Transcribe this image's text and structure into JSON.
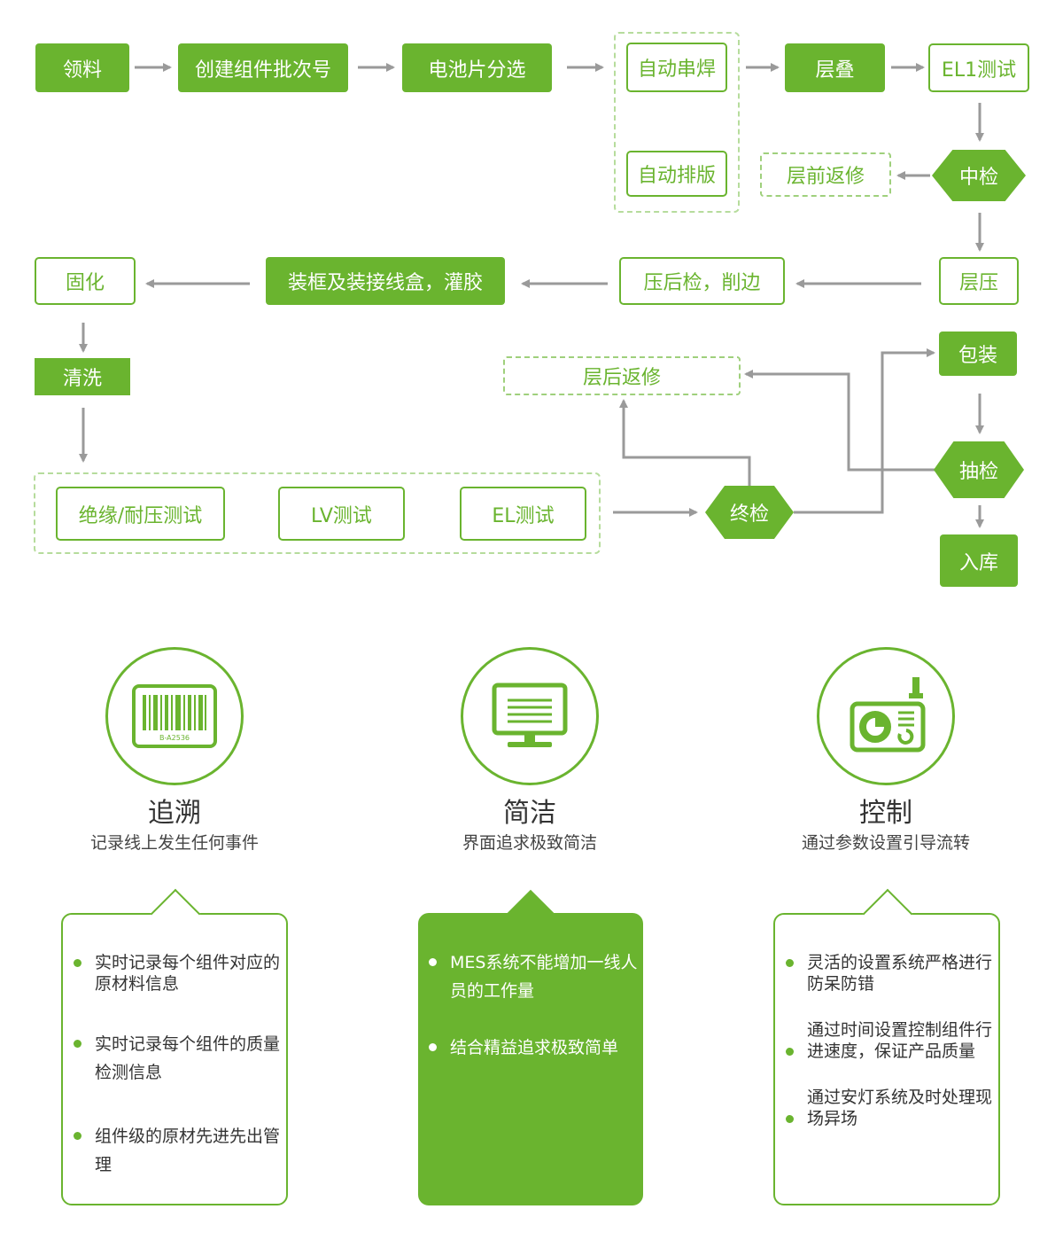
{
  "colors": {
    "accent": "#6ab42f",
    "arrow": "#9a9a9a",
    "dashed_border": "#9fd07c",
    "text": "#333333"
  },
  "flow": {
    "lingliao": "领料",
    "create_batch": "创建组件批次号",
    "cell_sort": "电池片分选",
    "auto_string": "自动串焊",
    "auto_layout": "自动排版",
    "layup": "层叠",
    "el1_test": "EL1测试",
    "mid_check": "中检",
    "pre_rework": "层前返修",
    "lamination": "层压",
    "post_check_trim": "压后检，削边",
    "frame_junction": "装框及装接线盒，灌胶",
    "curing": "固化",
    "cleaning": "清洗",
    "insulation_test": "绝缘/耐压测试",
    "lv_test": "LV测试",
    "el_test": "EL测试",
    "final_check": "终检",
    "post_rework": "层后返修",
    "packing": "包装",
    "sampling": "抽检",
    "warehousing": "入库"
  },
  "features": [
    {
      "icon": "barcode-icon",
      "barcode_text": "B-A2536",
      "title": "追溯",
      "subtitle": "记录线上发生任何事件",
      "items": [
        "实时记录每个组件对应的原材料信息",
        "实时记录每个组件的质量检测信息",
        "组件级的原材先进先出管理"
      ]
    },
    {
      "icon": "monitor-icon",
      "title": "简洁",
      "subtitle": "界面追求极致简洁",
      "items": [
        "MES系统不能增加一线人员的工作量",
        "结合精益追求极致简单"
      ]
    },
    {
      "icon": "control-device-icon",
      "title": "控制",
      "subtitle": "通过参数设置引导流转",
      "items": [
        "灵活的设置系统严格进行防呆防错",
        "通过时间设置控制组件行进速度，保证产品质量",
        "通过安灯系统及时处理现场异场"
      ]
    }
  ]
}
